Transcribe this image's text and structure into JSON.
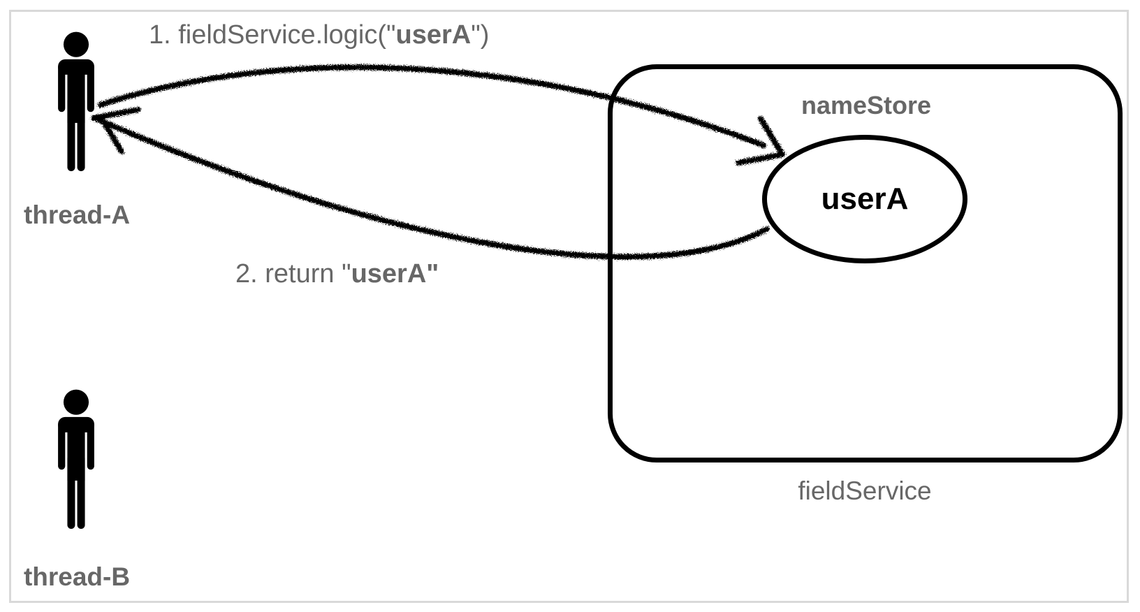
{
  "diagram": {
    "labels": {
      "call": {
        "prefix": "1. fieldService.logic(\"",
        "bold": "userA",
        "suffix": "\")"
      },
      "return": {
        "prefix": "2. return \"",
        "bold": "userA\"",
        "suffix": ""
      },
      "thread_a": "thread-A",
      "thread_b": "thread-B",
      "name_store": "nameStore",
      "stored_value": "userA",
      "field_service": "fieldService"
    },
    "actors": [
      {
        "name": "thread-A",
        "icon": "person-icon"
      },
      {
        "name": "thread-B",
        "icon": "person-icon"
      }
    ],
    "container": {
      "name": "fieldService",
      "inner_label": "nameStore",
      "ellipse_value": "userA"
    },
    "arrows": [
      {
        "step": 1,
        "label": "1. fieldService.logic(\"userA\")",
        "from": "thread-A",
        "to": "nameStore userA ellipse",
        "style": "hand-drawn curve"
      },
      {
        "step": 2,
        "label": "2. return \"userA\"",
        "from": "nameStore userA ellipse",
        "to": "thread-A",
        "style": "hand-drawn curve"
      }
    ]
  },
  "colors": {
    "ink": "#000000",
    "text_gray": "#676767",
    "frame_border": "#d9d9d9",
    "background": "#ffffff"
  }
}
